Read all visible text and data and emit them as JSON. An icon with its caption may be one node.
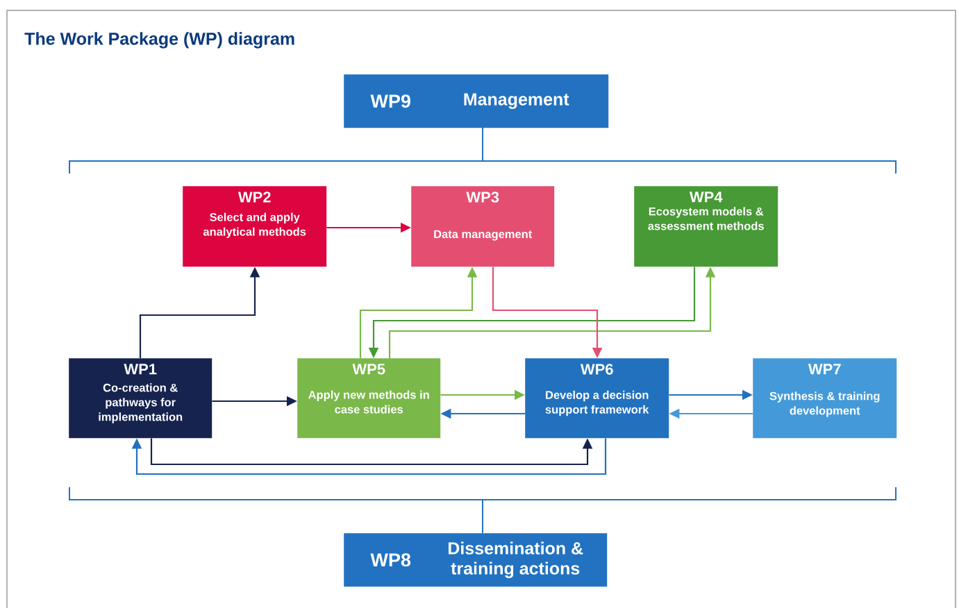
{
  "diagram": {
    "title": "The Work Package (WP) diagram",
    "nodes": [
      {
        "text": [
          "WP9",
          "Management"
        ]
      },
      {
        "text": [
          "WP2",
          "Select and apply analytical methods"
        ]
      },
      {
        "text": [
          "WP3",
          "Data management"
        ]
      },
      {
        "text": [
          "WP4",
          "Ecosystem models & assessment methods"
        ]
      },
      {
        "text": [
          "WP1",
          "Co-creation & pathways for implementation"
        ]
      },
      {
        "text": [
          "WP5",
          "Apply new methods in case studies"
        ]
      },
      {
        "text": [
          "WP6",
          "Develop a decision support framework"
        ]
      },
      {
        "text": [
          "WP7",
          "Synthesis & training development"
        ]
      },
      {
        "text": [
          "WP8",
          "Dissemination & training actions"
        ]
      }
    ],
    "edges": [
      {
        "from": 1,
        "to": 2,
        "arrow": "to",
        "color": "#dc0540"
      },
      {
        "from": 4,
        "to": 1,
        "arrow": "to",
        "color": "#16234f"
      },
      {
        "from": 4,
        "to": 5,
        "arrow": "to",
        "color": "#16234f"
      },
      {
        "from": 5,
        "to": 2,
        "arrow": "to",
        "color": "#7ab84a"
      },
      {
        "from": 3,
        "to": 5,
        "arrow": "to",
        "color": "#479a35"
      },
      {
        "from": 5,
        "to": 3,
        "arrow": "to",
        "color": "#7ab84a"
      },
      {
        "from": 2,
        "to": 6,
        "arrow": "to",
        "color": "#e44f71"
      },
      {
        "from": 5,
        "to": 6,
        "arrow": "to",
        "color": "#7ab84a"
      },
      {
        "from": 6,
        "to": 5,
        "arrow": "to",
        "color": "#2271be"
      },
      {
        "from": 6,
        "to": 7,
        "arrow": "to",
        "color": "#2271be"
      },
      {
        "from": 7,
        "to": 6,
        "arrow": "to",
        "color": "#449ad9"
      },
      {
        "from": 4,
        "to": 6,
        "arrow": "to",
        "color": "#16234f"
      },
      {
        "from": 6,
        "to": 4,
        "arrow": "to",
        "color": "#2271be"
      }
    ]
  }
}
